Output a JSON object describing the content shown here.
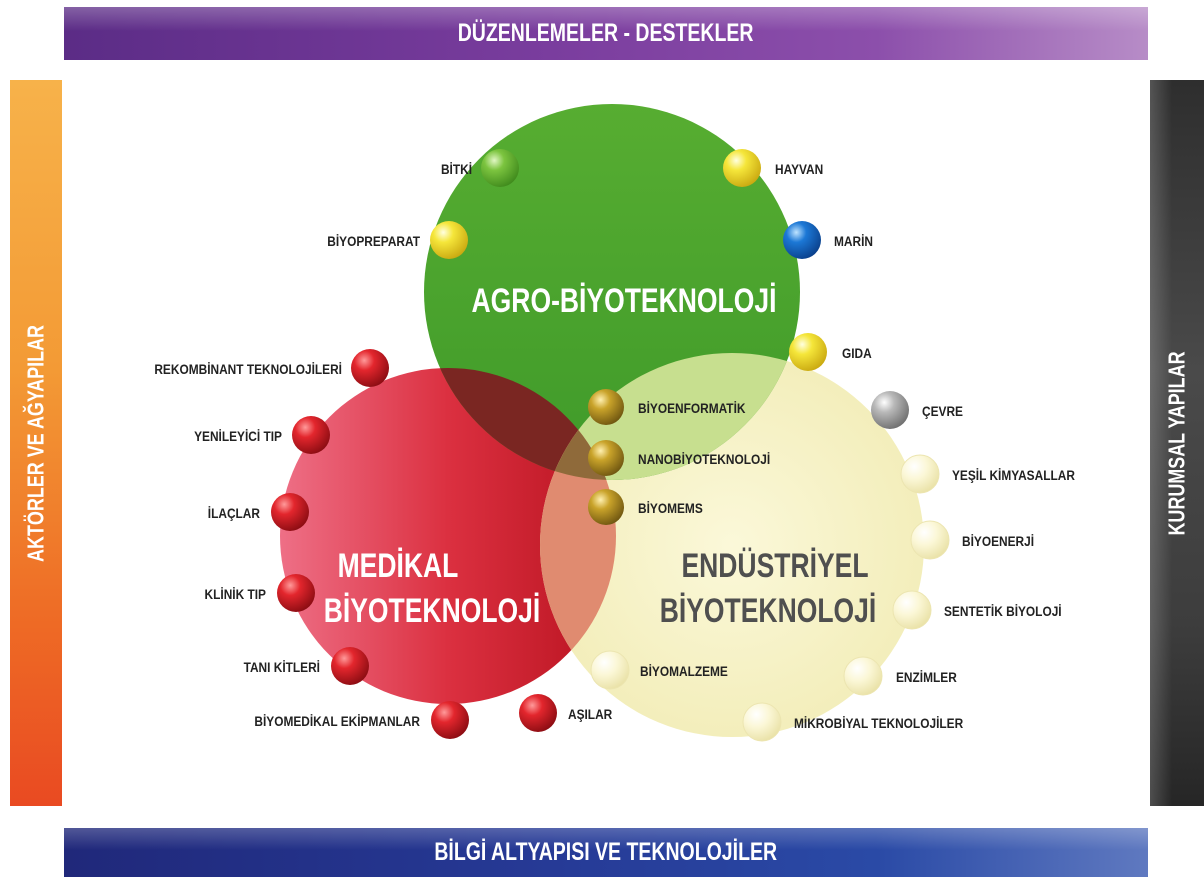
{
  "bands": {
    "top": "DÜZENLEMELER -  DESTEKLER",
    "bottom": "BİLGİ ALTYAPISI VE TEKNOLOJİLER",
    "left": "AKTÖRLER VE AĞYAPILAR",
    "right": "KURUMSAL YAPILAR"
  },
  "circles": {
    "agro": {
      "title": "AGRO-BİYOTEKNOLOJİ",
      "color": "#4ea62e"
    },
    "medikal": {
      "line1": "MEDİKAL",
      "line2": "BİYOTEKNOLOJİ",
      "color": "#d8222d"
    },
    "endustriyel": {
      "line1": "ENDÜSTRİYEL",
      "line2": "BİYOTEKNOLOJİ",
      "color": "#f7f3c8"
    }
  },
  "nodes": {
    "bitki": {
      "label": "BİTKİ",
      "icon": "green-sphere-icon"
    },
    "hayvan": {
      "label": "HAYVAN",
      "icon": "yellow-sphere-icon"
    },
    "biyopreparat": {
      "label": "BİYOPREPARAT",
      "icon": "yellow-sphere-icon"
    },
    "marin": {
      "label": "MARİN",
      "icon": "blue-sphere-icon"
    },
    "gida": {
      "label": "GIDA",
      "icon": "yellow-sphere-icon"
    },
    "cevre": {
      "label": "ÇEVRE",
      "icon": "gray-sphere-icon"
    },
    "rekombinant": {
      "label": "REKOMBİNANT TEKNOLOJİLERİ",
      "icon": "red-sphere-icon"
    },
    "yenileyici": {
      "label": "YENİLEYİCİ TIP",
      "icon": "red-sphere-icon"
    },
    "ilaclar": {
      "label": "İLAÇLAR",
      "icon": "red-sphere-icon"
    },
    "klinik": {
      "label": "KLİNİK TIP",
      "icon": "red-sphere-icon"
    },
    "tani": {
      "label": "TANI KİTLERİ",
      "icon": "red-sphere-icon"
    },
    "ekipman": {
      "label": "BİYOMEDİKAL EKİPMANLAR",
      "icon": "red-sphere-icon"
    },
    "asilar": {
      "label": "AŞILAR",
      "icon": "red-sphere-icon"
    },
    "biyoenformatik": {
      "label": "BİYOENFORMATİK",
      "icon": "gold-sphere-icon"
    },
    "nanobiyo": {
      "label": "NANOBİYOTEKNOLOJİ",
      "icon": "gold-sphere-icon"
    },
    "biyomems": {
      "label": "BİYOMEMS",
      "icon": "gold-sphere-icon"
    },
    "yesil": {
      "label": "YEŞİL KİMYASALLAR",
      "icon": "cream-sphere-icon"
    },
    "biyoenerji": {
      "label": "BİYOENERJİ",
      "icon": "cream-sphere-icon"
    },
    "sentetik": {
      "label": "SENTETİK BİYOLOJİ",
      "icon": "cream-sphere-icon"
    },
    "biyomalzeme": {
      "label": "BİYOMALZEME",
      "icon": "cream-sphere-icon"
    },
    "enzimler": {
      "label": "ENZİMLER",
      "icon": "cream-sphere-icon"
    },
    "mikrobiyal": {
      "label": "MİKROBİYAL TEKNOLOJİLER",
      "icon": "cream-sphere-icon"
    }
  }
}
